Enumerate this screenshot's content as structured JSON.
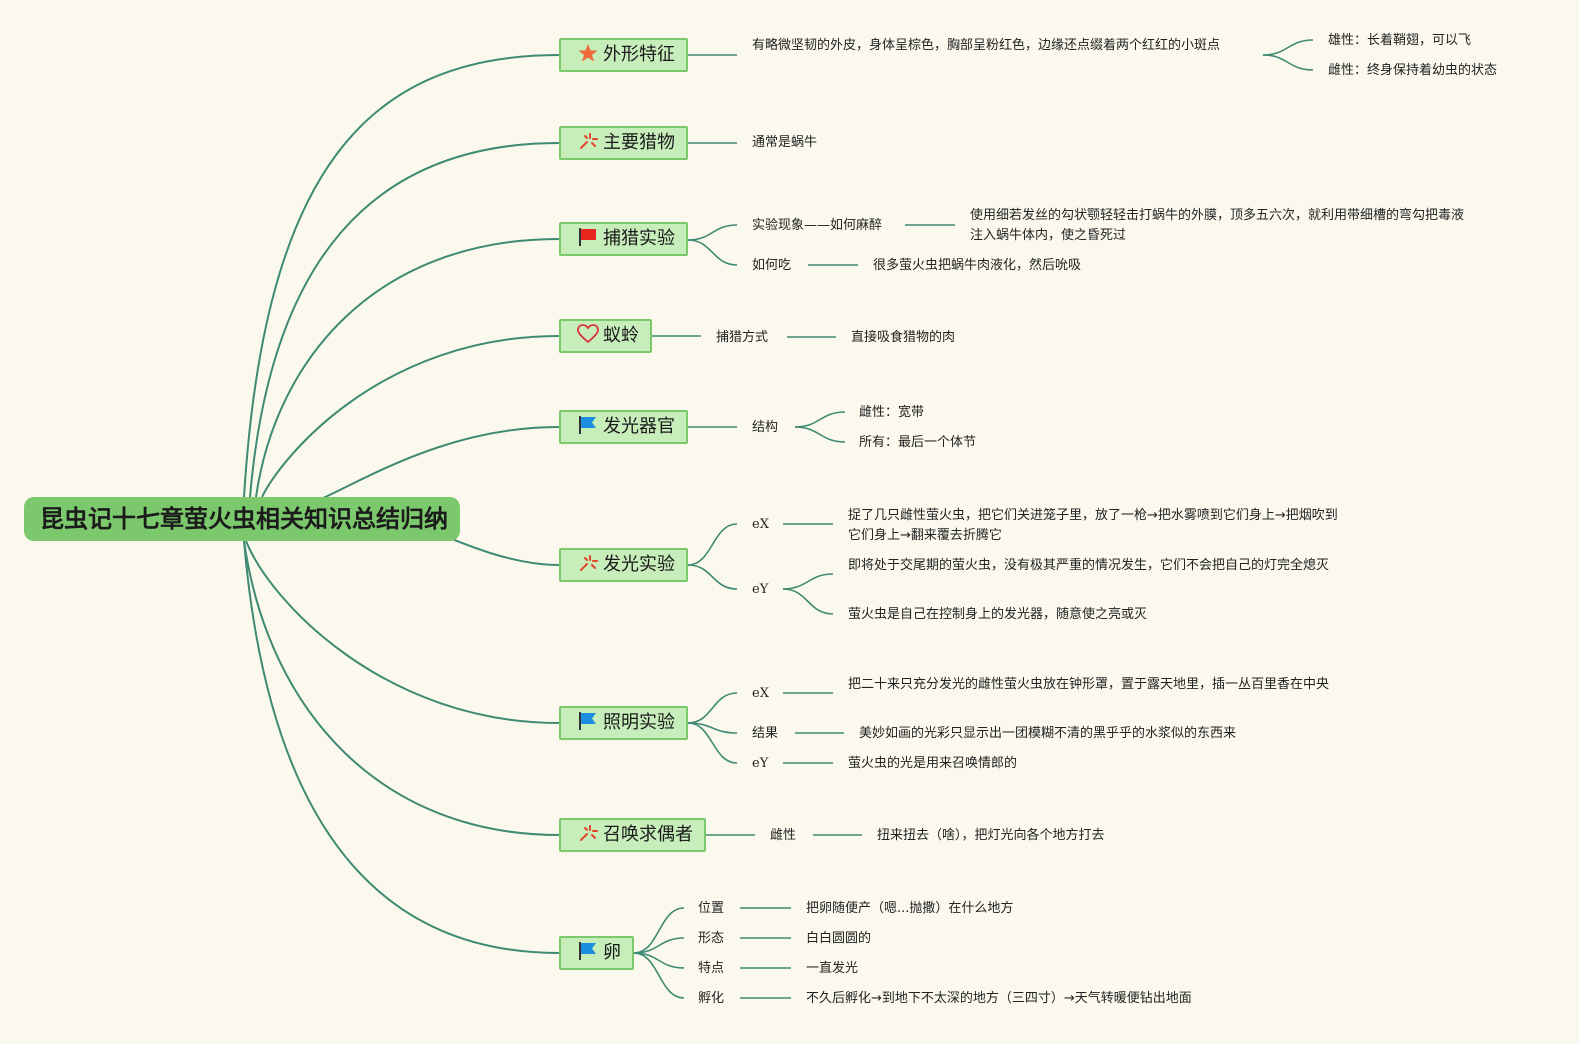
{
  "colors": {
    "background": "#fbf9ee",
    "line": "#3f8a73",
    "root_fill": "#7cc86c",
    "topic_fill": "#c7edbb",
    "topic_border": "#7cc86c"
  },
  "root": {
    "label": "昆虫记十七章萤火虫相关知识总结归纳"
  },
  "branches": [
    {
      "label": "外形特征",
      "icon": "star-icon",
      "description": "有略微坚韧的外皮，身体呈棕色，胸部呈粉红色，边缘还点缀着两个红红的小斑点",
      "children": [
        "雄性：长着鞘翅，可以飞",
        "雌性：终身保持着幼虫的状态"
      ]
    },
    {
      "label": "主要猎物",
      "icon": "sparkle-icon",
      "description": "通常是蜗牛"
    },
    {
      "label": "捕猎实验",
      "icon": "red-flag-icon",
      "children": [
        {
          "label": "实验现象——如何麻醉",
          "detail": "使用细若发丝的勾状颚轻轻击打蜗牛的外膜，顶多五六次，就利用带细槽的弯勾把毒液注入蜗牛体内，使之昏死过"
        },
        {
          "label": "如何吃",
          "detail": "很多萤火虫把蜗牛肉液化，然后吮吸"
        }
      ]
    },
    {
      "label": "蚁蛉",
      "icon": "heart-icon",
      "child": {
        "label": "捕猎方式",
        "detail": "直接吸食猎物的肉"
      }
    },
    {
      "label": "发光器官",
      "icon": "blue-flag-icon",
      "child": {
        "label": "结构",
        "items": [
          "雌性：宽带",
          "所有：最后一个体节"
        ]
      }
    },
    {
      "label": "发光实验",
      "icon": "sparkle-icon",
      "children": [
        {
          "label": "eX",
          "items": [
            "捉了几只雌性萤火虫，把它们关进笼子里，放了一枪→把水雾喷到它们身上→把烟吹到它们身上→翻来覆去折腾它"
          ]
        },
        {
          "label": "eY",
          "items": [
            "即将处于交尾期的萤火虫，没有极其严重的情况发生，它们不会把自己的灯完全熄灭",
            "萤火虫是自己在控制身上的发光器，随意使之亮或灭"
          ]
        }
      ]
    },
    {
      "label": "照明实验",
      "icon": "blue-flag-icon",
      "children": [
        {
          "label": "eX",
          "detail": "把二十来只充分发光的雌性萤火虫放在钟形罩，置于露天地里，插一丛百里香在中央"
        },
        {
          "label": "结果",
          "detail": "美妙如画的光彩只显示出一团模糊不清的黑乎乎的水浆似的东西来"
        },
        {
          "label": "eY",
          "detail": "萤火虫的光是用来召唤情郎的"
        }
      ]
    },
    {
      "label": "召唤求偶者",
      "icon": "sparkle-icon",
      "child": {
        "label": "雌性",
        "detail": "扭来扭去（啥），把灯光向各个地方打去"
      }
    },
    {
      "label": "卵",
      "icon": "blue-flag-icon",
      "children": [
        {
          "label": "位置",
          "detail": "把卵随便产（嗯...抛撒）在什么地方"
        },
        {
          "label": "形态",
          "detail": "白白圆圆的"
        },
        {
          "label": "特点",
          "detail": "一直发光"
        },
        {
          "label": "孵化",
          "detail": "不久后孵化→到地下不太深的地方（三四寸）→天气转暖便钻出地面"
        }
      ]
    }
  ]
}
